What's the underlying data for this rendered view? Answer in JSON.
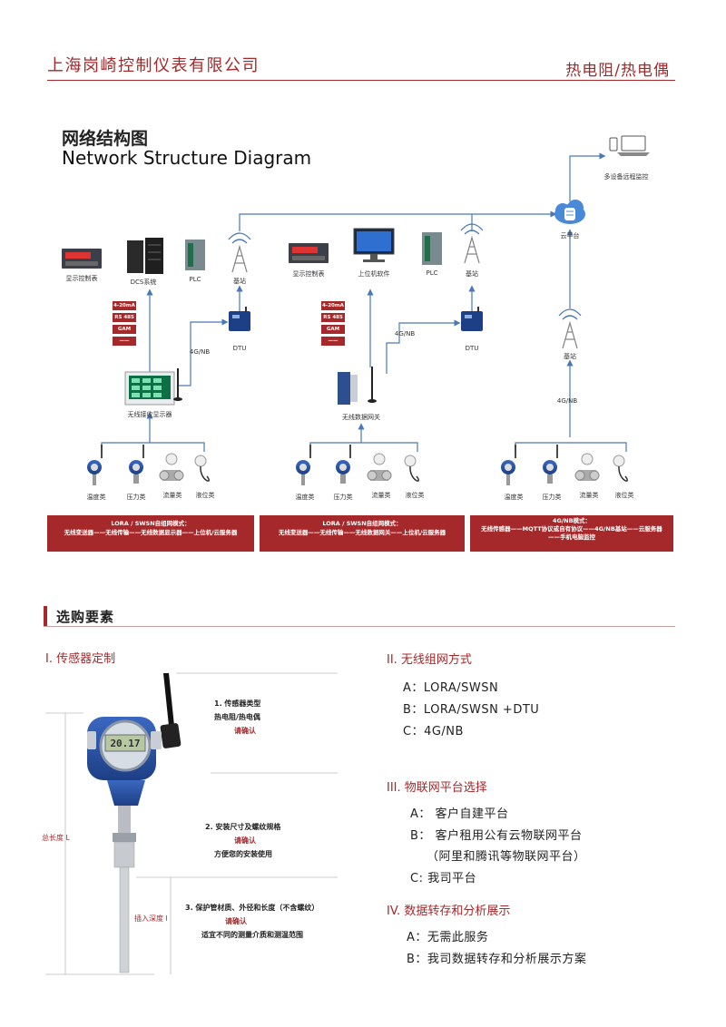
{
  "header": {
    "company": "上海岗崎控制仪表有限公司",
    "category": "热电阻/热电偶"
  },
  "diagram": {
    "title_cn": "网络结构图",
    "title_en": "Network Structure Diagram",
    "nodes": {
      "multi_device": "多设备远程监控",
      "cloud": "云平台",
      "display_meter_1": "显示控制表",
      "dcs": "DCS系统",
      "plc_1": "PLC",
      "base_station_1": "基站",
      "dtu_1": "DTU",
      "receiver": "无线接收显示器",
      "display_meter_2": "显示控制表",
      "host_software": "上位机软件",
      "plc_2": "PLC",
      "base_station_2": "基站",
      "dtu_2": "DTU",
      "gateway": "无线数据网关",
      "base_station_3": "基站"
    },
    "link_4gnb": "4G/NB",
    "signal_tags": [
      "4-20mA",
      "RS 485",
      "GAM",
      "——"
    ],
    "sensor_labels": [
      "温度类",
      "压力类",
      "流量类",
      "液位类"
    ],
    "banners": [
      {
        "line1": "LORA / SWSN自组网模式：",
        "line2": "无线变送器——无线传输——无线数据显示器——上位机/云服务器"
      },
      {
        "line1": "LORA / SWSN自组网模式：",
        "line2": "无线变送器——无线传输——无线数据网关——上位机/云服务器"
      },
      {
        "line1": "4G/NB模式：",
        "line2": "无线传感器——MQTT协议或自有协议——4G/NB基站——云服务器",
        "line3": "——手机电脑监控"
      }
    ]
  },
  "section": {
    "title": "选购要素"
  },
  "sensor_custom": {
    "title": "I. 传感器定制",
    "display_value": "20.17",
    "ann1": {
      "title": "1. 传感器类型",
      "value": "热电阻/热电偶",
      "confirm": "请确认"
    },
    "ann2": {
      "title": "2. 安装尺寸及螺纹规格",
      "confirm": "请确认",
      "note": "方便您的安装使用"
    },
    "ann3": {
      "title": "3. 保护管材质、外径和长度（不含螺纹）",
      "confirm": "请确认",
      "note": "适宜不同的测量介质和测温范围"
    },
    "total_length": "总长度 L",
    "insert_depth": "插入深度 l"
  },
  "wireless": {
    "title": "II. 无线组网方式",
    "options": [
      "A：LORA/SWSN",
      "B：LORA/SWSN +DTU",
      "C：4G/NB"
    ]
  },
  "iot": {
    "title": "III. 物联网平台选择",
    "options": [
      "A：  客户自建平台",
      "B：  客户租用公有云物联网平台",
      "（阿里和腾讯等物联网平台）",
      "C:    我司平台"
    ]
  },
  "data_service": {
    "title": "IV. 数据转存和分析展示",
    "options": [
      "A：无需此服务",
      "B：我司数据转存和分析展示方案"
    ]
  },
  "colors": {
    "brand": "#a5282a",
    "link": "#4a78b5",
    "blue_device": "#2e56a8"
  }
}
